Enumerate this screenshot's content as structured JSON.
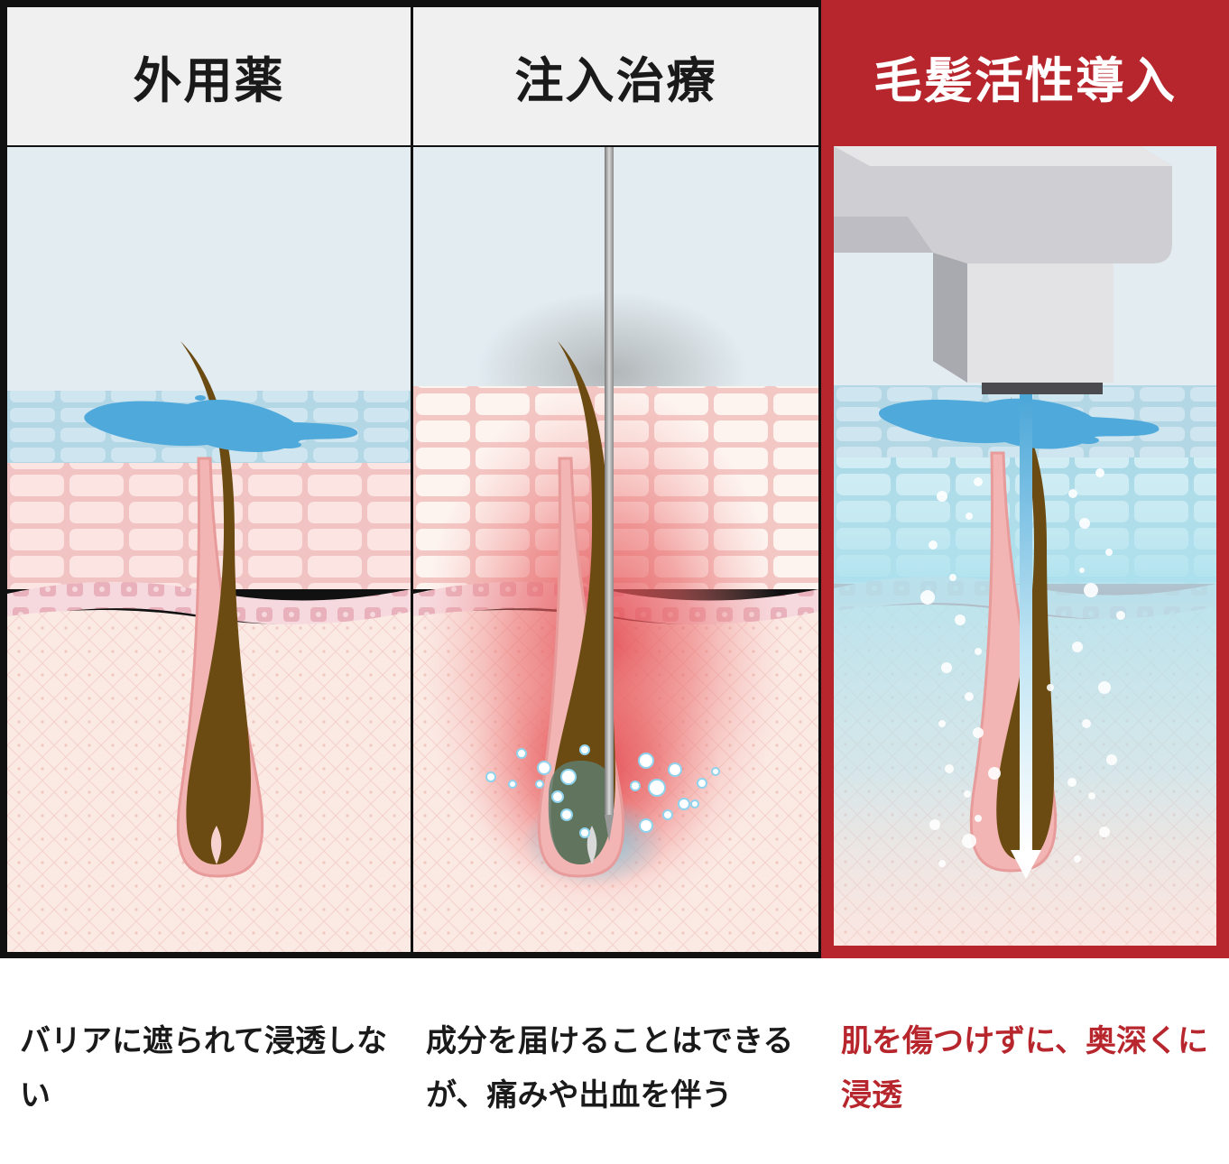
{
  "columns": [
    {
      "title": "外用薬",
      "caption": "バリアに遮られて浸透しない"
    },
    {
      "title": "注入治療",
      "caption": "成分を届けることはできるが、痛みや出血を伴う"
    },
    {
      "title": "毛髪活性導入",
      "caption": "肌を傷つけずに、奥深くに浸透"
    }
  ],
  "colors": {
    "frame": "#111111",
    "header_bg": "#f0f0f0",
    "accent": "#b8262d",
    "sky": "#e2ecf1",
    "epidermis_blue": "#b4d7e6",
    "skin_pink": "#f3c6c6",
    "dermis": "#fbe9e4",
    "hair": "#6b4b12",
    "serum": "#4fa9da"
  }
}
